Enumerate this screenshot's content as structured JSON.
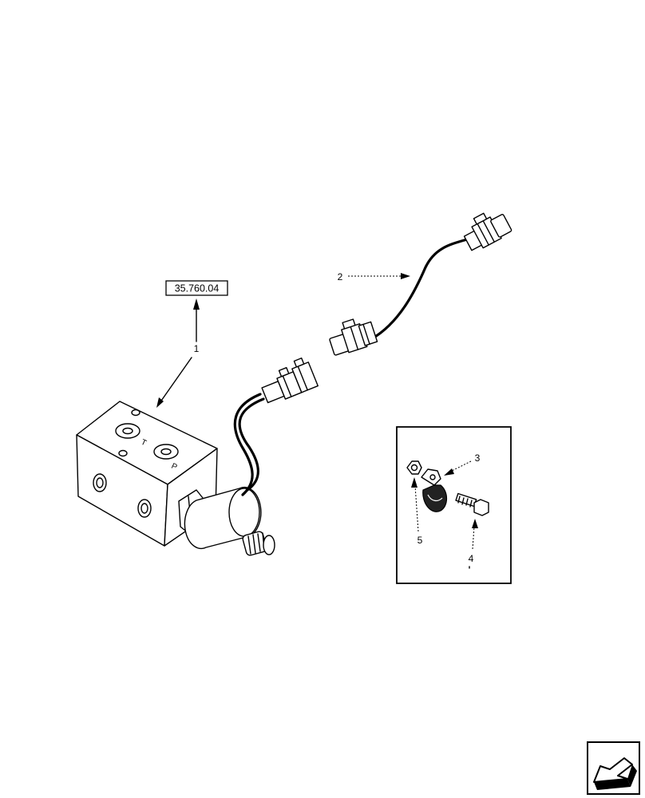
{
  "reference_box": {
    "label": "35.760.04"
  },
  "callouts": [
    {
      "id": "1",
      "label": "1"
    },
    {
      "id": "2",
      "label": "2"
    },
    {
      "id": "3",
      "label": "3"
    },
    {
      "id": "4",
      "label": "4"
    },
    {
      "id": "5",
      "label": "5"
    }
  ],
  "valve_ports": {
    "tank": "T",
    "pressure": "P"
  },
  "icons": {
    "navigation": "back-arrow-icon"
  }
}
